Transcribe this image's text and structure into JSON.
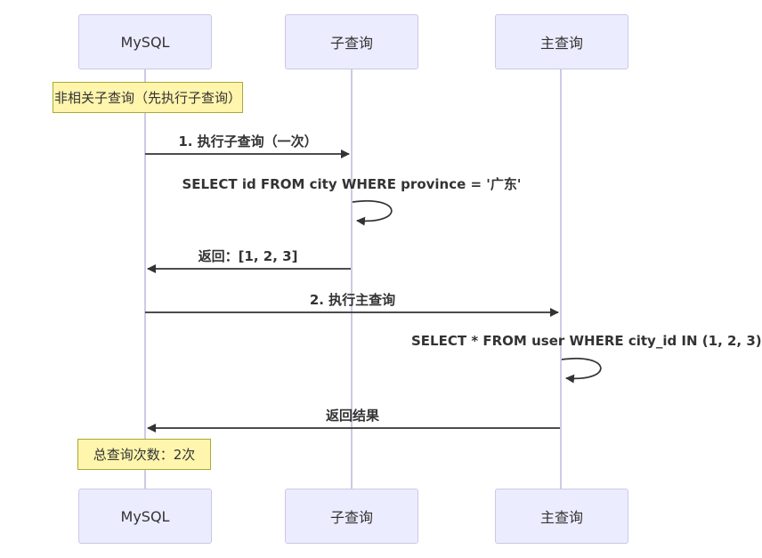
{
  "diagram": {
    "type": "sequence-diagram",
    "actors": [
      {
        "id": "mysql",
        "label": "MySQL"
      },
      {
        "id": "subquery",
        "label": "子查询"
      },
      {
        "id": "mainquery",
        "label": "主查询"
      }
    ],
    "notes": [
      {
        "text": "非相关子查询（先执行子查询）",
        "over": "mysql"
      },
      {
        "text": "总查询次数：2次",
        "over": "mysql"
      }
    ],
    "messages": [
      {
        "seq": 1,
        "from": "mysql",
        "to": "subquery",
        "kind": "call",
        "text": "1. 执行子查询（一次）"
      },
      {
        "seq": 2,
        "from": "subquery",
        "to": "subquery",
        "kind": "self",
        "text": "SELECT id FROM city WHERE province = '广东'"
      },
      {
        "seq": 3,
        "from": "subquery",
        "to": "mysql",
        "kind": "return",
        "text": "返回：[1, 2, 3]"
      },
      {
        "seq": 4,
        "from": "mysql",
        "to": "mainquery",
        "kind": "call",
        "text": "2. 执行主查询"
      },
      {
        "seq": 5,
        "from": "mainquery",
        "to": "mainquery",
        "kind": "self",
        "text": "SELECT * FROM user WHERE city_id IN (1, 2, 3)"
      },
      {
        "seq": 6,
        "from": "mainquery",
        "to": "mysql",
        "kind": "return",
        "text": "返回结果"
      }
    ],
    "colors": {
      "background": "#FFFFFF",
      "actor_fill": "#ECECFF",
      "actor_border": "#C9C9E8",
      "lifeline": "#CFC9E4",
      "note_fill": "#FFF5AD",
      "note_border": "#AAAA33",
      "text": "#333333",
      "arrow": "#333333"
    }
  }
}
